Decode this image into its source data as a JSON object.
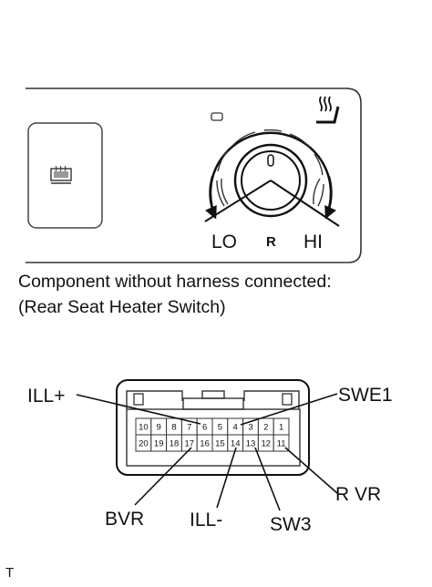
{
  "switch_panel": {
    "dial_labels": {
      "lo": "LO",
      "r": "R",
      "hi": "HI"
    }
  },
  "captions": {
    "line1": "Component without harness connected:",
    "line2": "(Rear Seat Heater Switch)"
  },
  "connector": {
    "pins_top_row": [
      "10",
      "9",
      "8",
      "7",
      "6",
      "5",
      "4",
      "3",
      "2",
      "1"
    ],
    "pins_bottom_row": [
      "20",
      "19",
      "18",
      "17",
      "16",
      "15",
      "14",
      "13",
      "12",
      "11"
    ],
    "terminal_labels": {
      "ill_plus": "ILL+",
      "swe1": "SWE1",
      "bvr": "BVR",
      "ill_minus": "ILL-",
      "sw3": "SW3",
      "r_vr": "R VR"
    }
  },
  "footer": {
    "mark": "T"
  }
}
